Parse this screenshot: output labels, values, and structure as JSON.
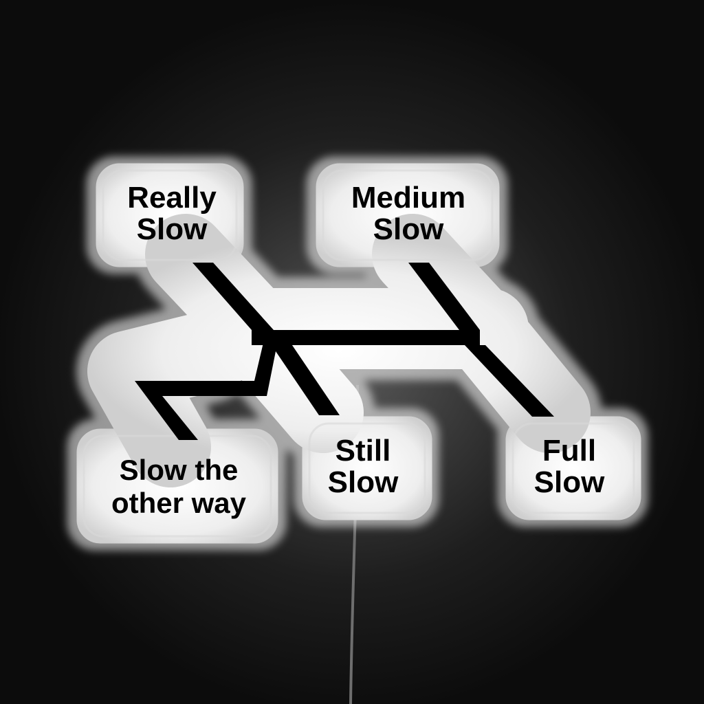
{
  "sign": {
    "labels": {
      "really_slow": [
        "Really",
        "Slow"
      ],
      "medium_slow": [
        "Medium",
        "Slow"
      ],
      "slow_other_way": [
        "Slow the",
        "other way"
      ],
      "still_slow": [
        "Still",
        "Slow"
      ],
      "full_slow": [
        "Full",
        "Slow"
      ]
    },
    "colors": {
      "background": "#111111",
      "sticker": "#ffffff",
      "ink": "#000000",
      "glow": "#e8e8e8"
    }
  }
}
